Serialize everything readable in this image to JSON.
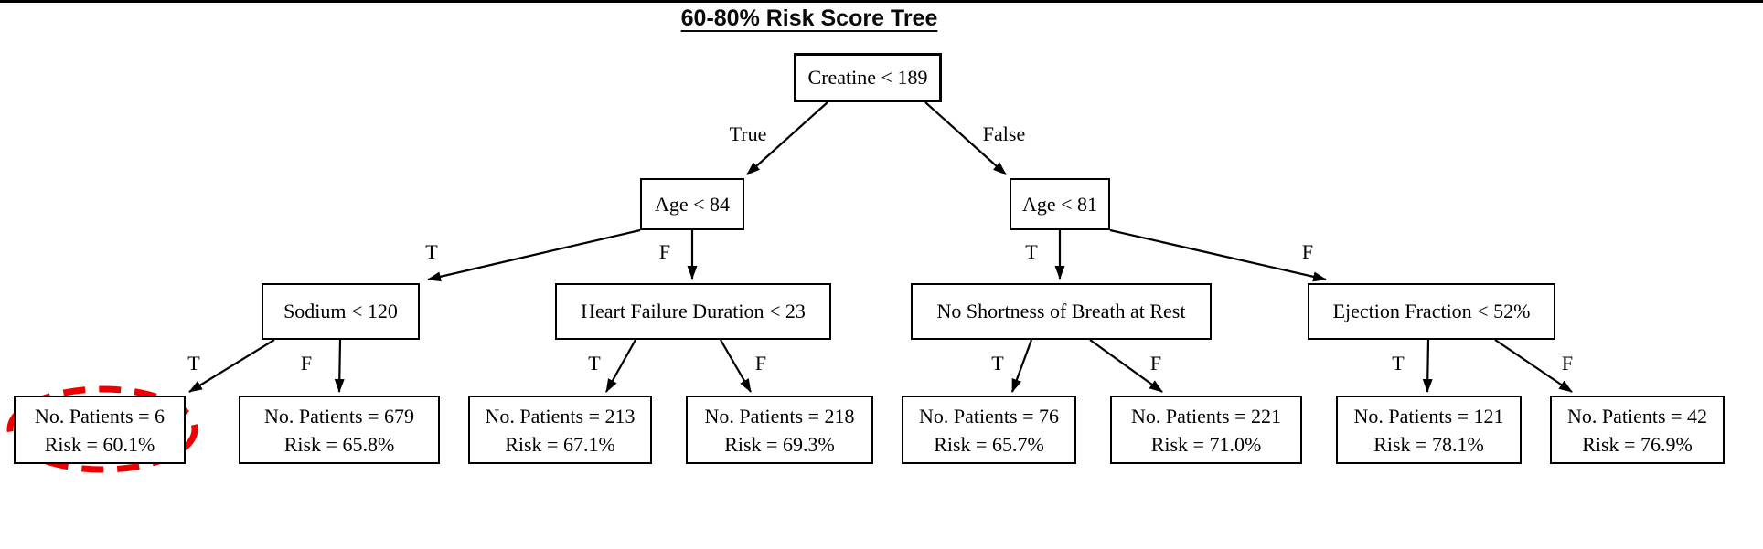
{
  "title": {
    "text": "60-80% Risk Score Tree"
  },
  "colors": {
    "line": "#000000",
    "box_border": "#000000",
    "background": "#ffffff",
    "highlight": "#ee0000",
    "top_bar": "#000000"
  },
  "tree": {
    "root": {
      "label": "Creatine < 189"
    },
    "level2": [
      {
        "label": "Age < 84"
      },
      {
        "label": "Age < 81"
      }
    ],
    "level3": [
      {
        "label": "Sodium < 120"
      },
      {
        "label": "Heart Failure Duration < 23"
      },
      {
        "label": "No Shortness of Breath at Rest"
      },
      {
        "label": "Ejection Fraction < 52%"
      }
    ],
    "leaves": [
      {
        "patients": "No. Patients = 6",
        "risk": "Risk = 60.1%",
        "highlighted": true
      },
      {
        "patients": "No. Patients = 679",
        "risk": "Risk = 65.8%",
        "highlighted": false
      },
      {
        "patients": "No. Patients = 213",
        "risk": "Risk = 67.1%",
        "highlighted": false
      },
      {
        "patients": "No. Patients = 218",
        "risk": "Risk = 69.3%",
        "highlighted": false
      },
      {
        "patients": "No. Patients = 76",
        "risk": "Risk = 65.7%",
        "highlighted": false
      },
      {
        "patients": "No. Patients = 221",
        "risk": "Risk = 71.0%",
        "highlighted": false
      },
      {
        "patients": "No. Patients = 121",
        "risk": "Risk = 78.1%",
        "highlighted": false
      },
      {
        "patients": "No. Patients = 42",
        "risk": "Risk = 76.9%",
        "highlighted": false
      }
    ],
    "edge_labels": {
      "true": "True",
      "false": "False",
      "t": "T",
      "f": "F"
    },
    "annotation": {
      "type": "dashed-ellipse",
      "color": "#ee0000",
      "target": "leaf with No. Patients = 6, Risk = 60.1%"
    }
  }
}
